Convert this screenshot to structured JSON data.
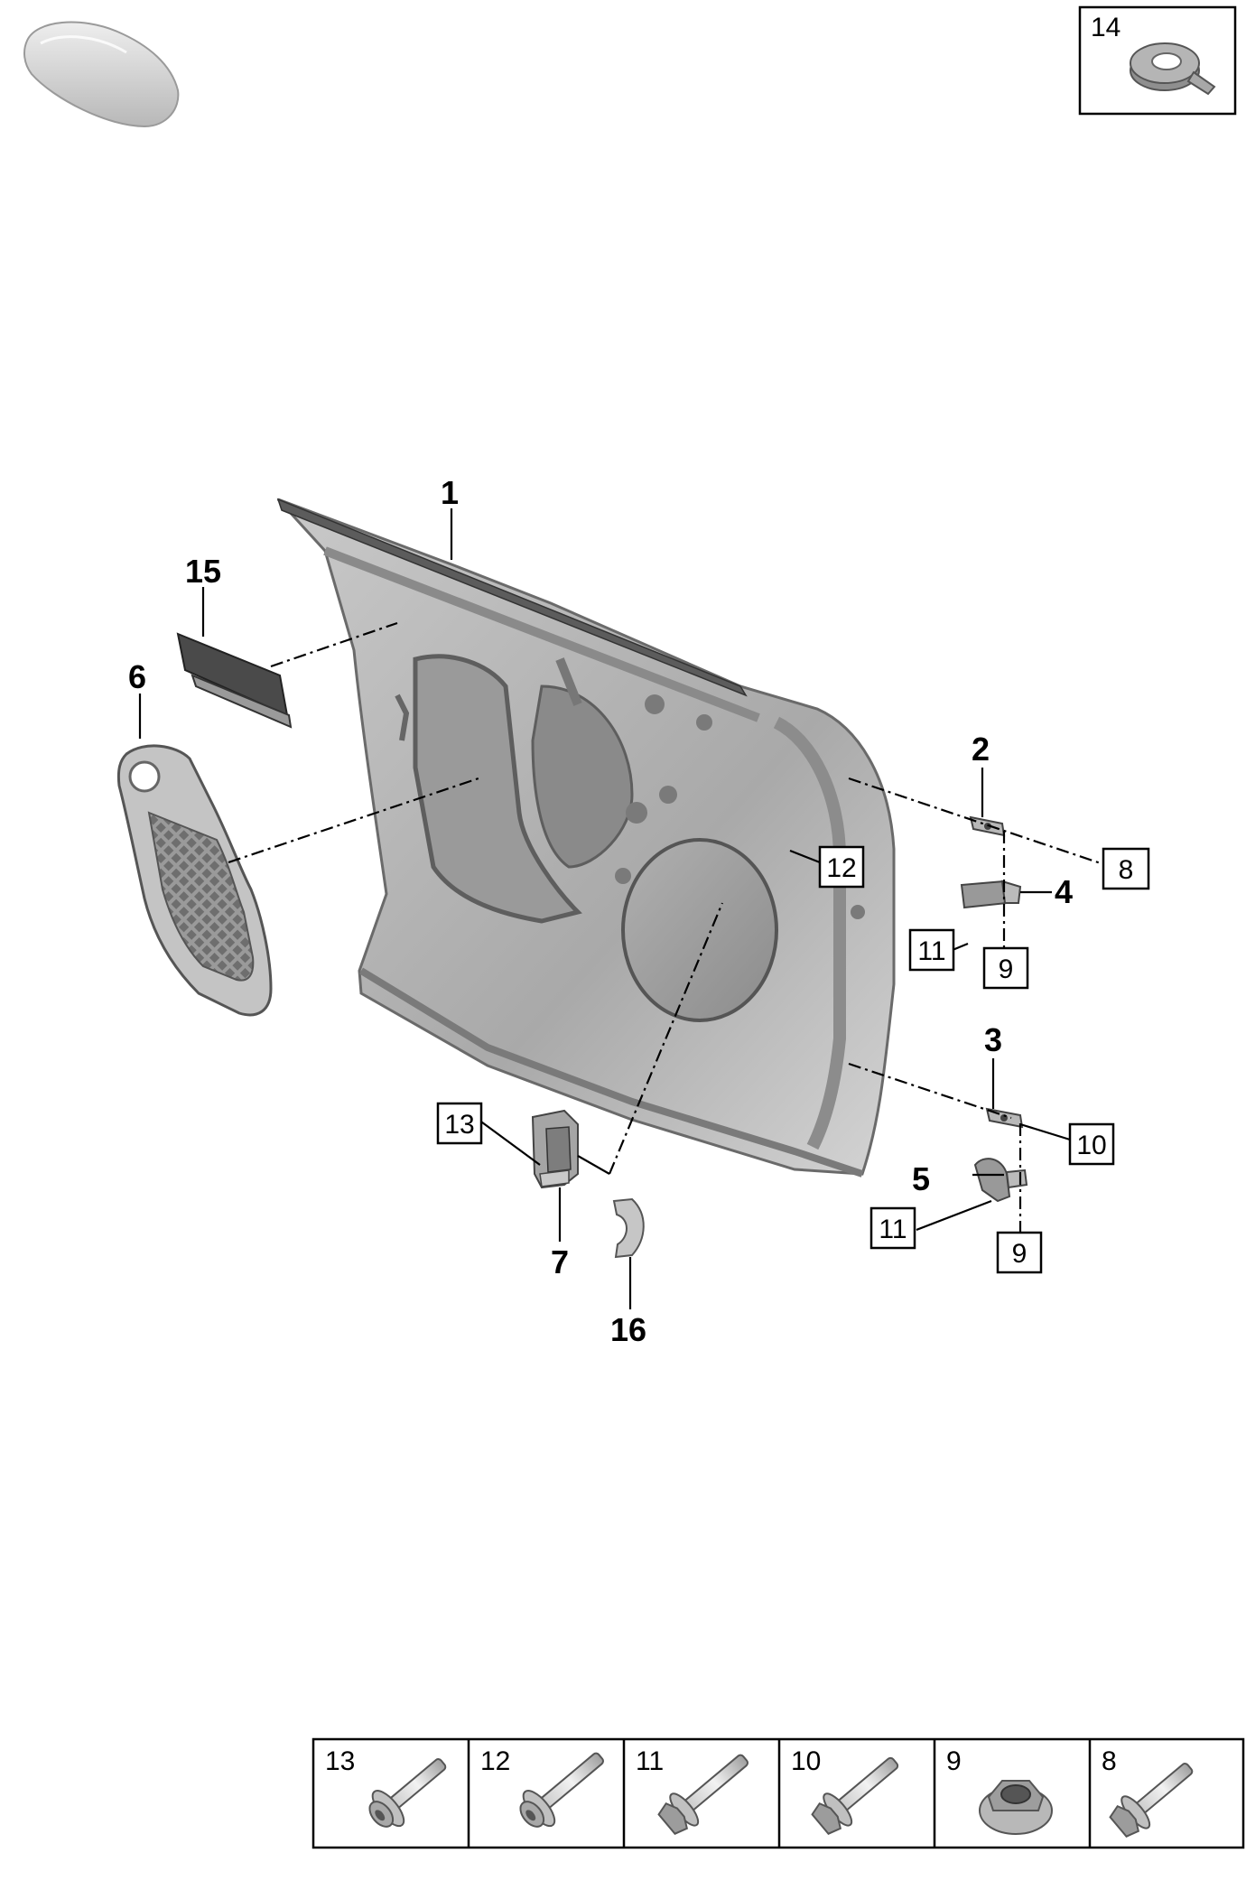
{
  "callouts": {
    "c1": "1",
    "c2": "2",
    "c3": "3",
    "c4": "4",
    "c5": "5",
    "c6": "6",
    "c7": "7",
    "c15": "15",
    "c16": "16"
  },
  "boxed_refs": {
    "b8": "8",
    "b9a": "9",
    "b9b": "9",
    "b10": "10",
    "b11a": "11",
    "b11b": "11",
    "b12": "12",
    "b13": "13"
  },
  "accessory_box": {
    "number": "14"
  },
  "fastener_table": [
    {
      "number": "13"
    },
    {
      "number": "12"
    },
    {
      "number": "11"
    },
    {
      "number": "10"
    },
    {
      "number": "9"
    },
    {
      "number": "8"
    }
  ],
  "colors": {
    "part_light": "#d9d9d9",
    "part_mid": "#b3b3b3",
    "part_dark": "#7a7a7a",
    "line": "#000000"
  }
}
